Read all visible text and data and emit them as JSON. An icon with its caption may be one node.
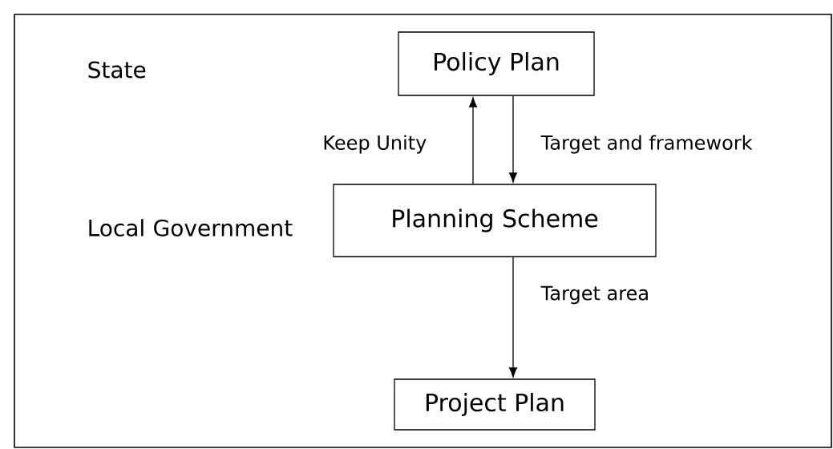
{
  "diagram": {
    "nodes": [
      {
        "text": [
          "Policy Plan"
        ]
      },
      {
        "text": [
          "Planning Scheme"
        ]
      },
      {
        "text": [
          "Project Plan"
        ]
      }
    ],
    "edges": [
      {
        "from": 1,
        "to": 0,
        "arrow": "to",
        "label": "Keep Unity"
      },
      {
        "from": 0,
        "to": 1,
        "arrow": "to",
        "label": "Target and framework"
      },
      {
        "from": 1,
        "to": 2,
        "arrow": "to",
        "label": "Target area"
      }
    ],
    "labels": [
      "State",
      "Local Government"
    ]
  }
}
